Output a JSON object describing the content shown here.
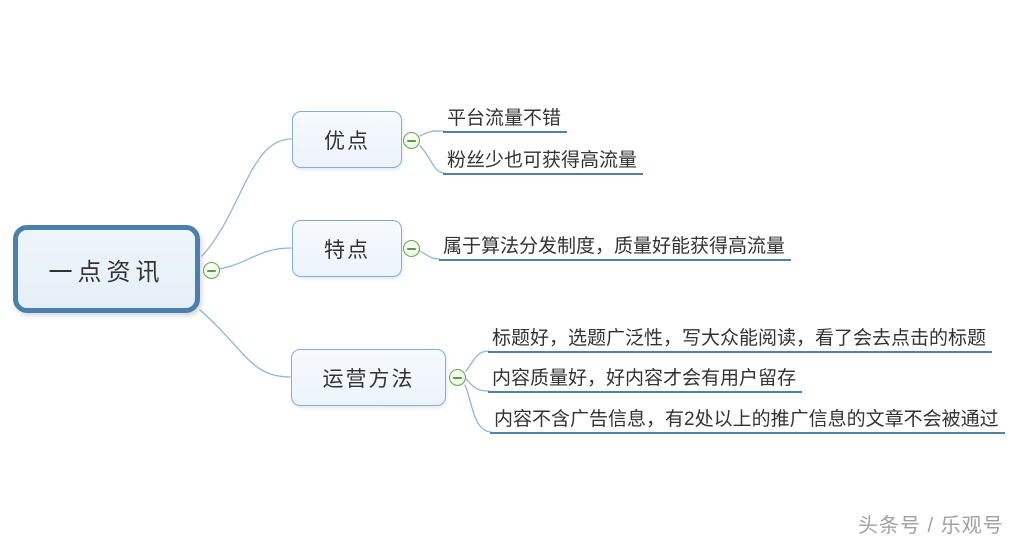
{
  "colors": {
    "root_border": "#4b80ad",
    "root_fill": "#e9f1f9",
    "branch_border": "#85aed0",
    "branch_fill": "#f1f7fc",
    "connector_line": "#8fb6d8",
    "leaf_underline": "#4f81ab",
    "collapse_icon_green": "#69a74e",
    "text": "#333333",
    "watermark_gray": "#a0a0a0"
  },
  "mindmap": {
    "root": {
      "label": "一点资讯"
    },
    "branches": [
      {
        "label": "优点",
        "children": [
          "平台流量不错",
          "粉丝少也可获得高流量"
        ]
      },
      {
        "label": "特点",
        "children": [
          "属于算法分发制度，质量好能获得高流量"
        ]
      },
      {
        "label": "运营方法",
        "children": [
          "标题好，选题广泛性，写大众能阅读，看了会去点击的标题",
          "内容质量好，好内容才会有用户留存",
          "内容不含广告信息，有2处以上的推广信息的文章不会被通过"
        ]
      }
    ]
  },
  "icons": {
    "collapse": "minus-circle-icon"
  },
  "watermark": {
    "text": "头条号 / 乐观号"
  }
}
